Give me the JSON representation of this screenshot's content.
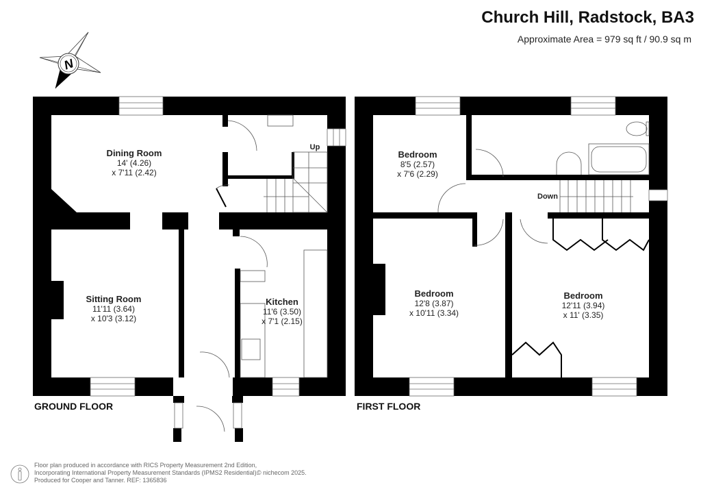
{
  "header": {
    "title": "Church Hill, Radstock, BA3",
    "area": "Approximate Area = 979 sq ft / 90.9 sq m"
  },
  "compass": {
    "icon": "north-compass-icon",
    "label": "N"
  },
  "ground_floor": {
    "label": "GROUND FLOOR",
    "rooms": [
      {
        "name": "Dining Room",
        "dim1": "14' (4.26)",
        "dim2": "x 7'11 (2.42)"
      },
      {
        "name": "Sitting Room",
        "dim1": "11'11 (3.64)",
        "dim2": "x 10'3 (3.12)"
      },
      {
        "name": "Kitchen",
        "dim1": "11'6 (3.50)",
        "dim2": "x 7'1 (2.15)"
      }
    ],
    "stairs_label": "Up"
  },
  "first_floor": {
    "label": "FIRST FLOOR",
    "rooms": [
      {
        "name": "Bedroom",
        "dim1": "8'5 (2.57)",
        "dim2": "x 7'6 (2.29)"
      },
      {
        "name": "Bedroom",
        "dim1": "12'8 (3.87)",
        "dim2": "x 10'11 (3.34)"
      },
      {
        "name": "Bedroom",
        "dim1": "12'11 (3.94)",
        "dim2": "x 11' (3.35)"
      }
    ],
    "stairs_label": "Down"
  },
  "footer": {
    "line1": "Floor plan produced in accordance with RICS Property Measurement 2nd Edition,",
    "line2": "Incorporating International Property Measurement Standards (IPMS2 Residential).",
    "line3": "Produced for Cooper and Tanner.   REF:  1365836",
    "copyright": "© nichecom 2025."
  }
}
